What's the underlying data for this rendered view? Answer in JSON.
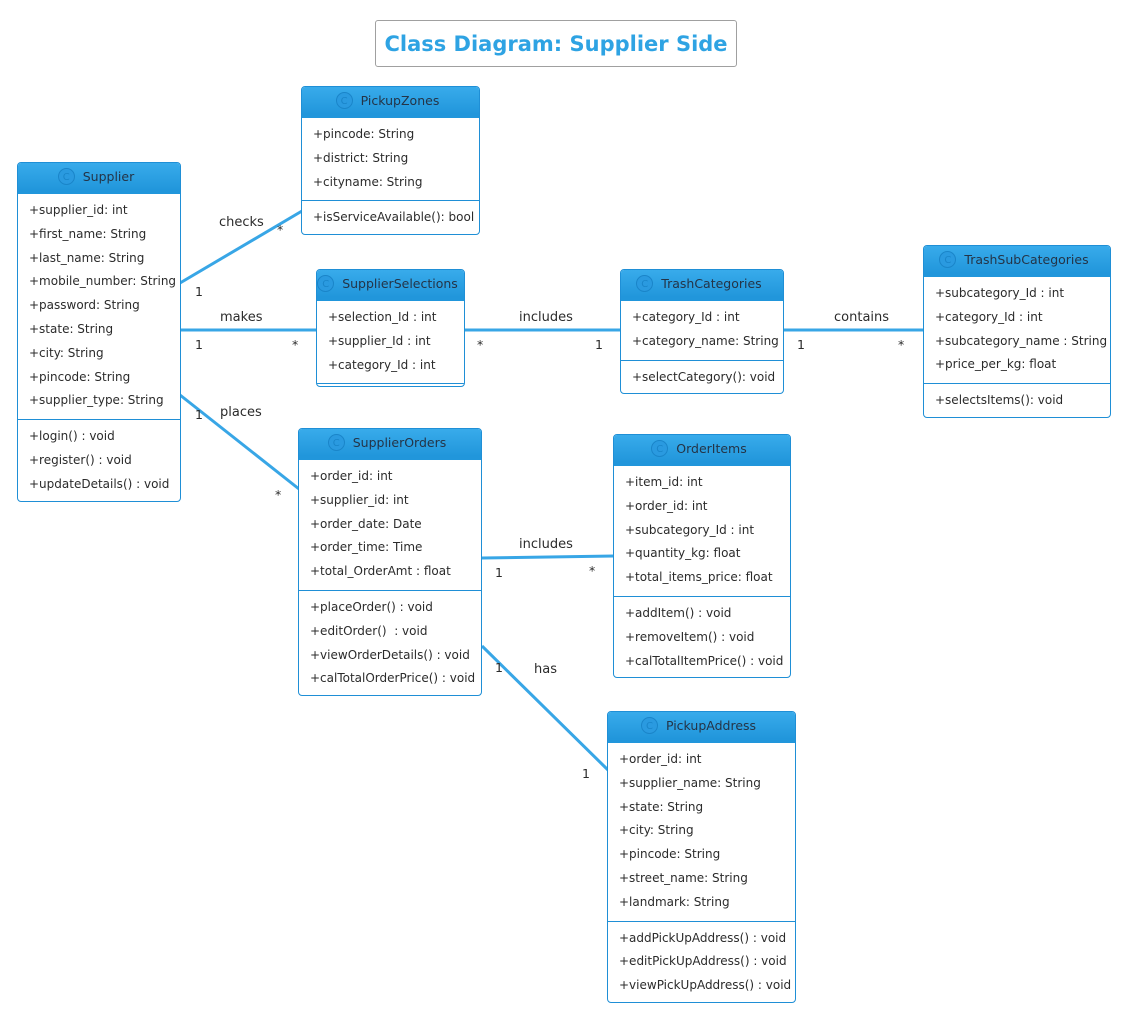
{
  "title": "Class Diagram: Supplier Side",
  "colors": {
    "accent": "#2ea3e3",
    "edge": "#38a6e6",
    "header": "#2196db"
  },
  "icon": {
    "name": "class-c-icon",
    "glyph": "C"
  },
  "classes": {
    "supplier": {
      "name": "Supplier",
      "fields": [
        "+supplier_id: int",
        "+first_name: String",
        "+last_name: String",
        "+mobile_number: String",
        "+password: String",
        "+state: String",
        "+city: String",
        "+pincode: String",
        "+supplier_type: String"
      ],
      "methods": [
        "+login() : void",
        "+register() : void",
        "+updateDetails() : void"
      ]
    },
    "pickupzones": {
      "name": "PickupZones",
      "fields": [
        "+pincode: String",
        "+district: String",
        "+cityname: String"
      ],
      "methods": [
        "+isServiceAvailable(): bool"
      ]
    },
    "supplierselections": {
      "name": "SupplierSelections",
      "fields": [
        "+selection_Id : int",
        "+supplier_Id : int",
        "+category_Id : int"
      ],
      "methods": []
    },
    "trashcategories": {
      "name": "TrashCategories",
      "fields": [
        "+category_Id : int",
        "+category_name: String"
      ],
      "methods": [
        "+selectCategory(): void"
      ]
    },
    "trashsubcategories": {
      "name": "TrashSubCategories",
      "fields": [
        "+subcategory_Id : int",
        "+category_Id : int",
        "+subcategory_name : String",
        "+price_per_kg: float"
      ],
      "methods": [
        "+selectsItems(): void"
      ]
    },
    "supplierorders": {
      "name": "SupplierOrders",
      "fields": [
        "+order_id: int",
        "+supplier_id: int",
        "+order_date: Date",
        "+order_time: Time",
        "+total_OrderAmt : float"
      ],
      "methods": [
        "+placeOrder() : void",
        "+editOrder()  : void",
        "+viewOrderDetails() : void",
        "+calTotalOrderPrice() : void"
      ]
    },
    "orderitems": {
      "name": "OrderItems",
      "fields": [
        "+item_id: int",
        "+order_id: int",
        "+subcategory_Id : int",
        "+quantity_kg: float",
        "+total_items_price: float"
      ],
      "methods": [
        "+addItem() : void",
        "+removeItem() : void",
        "+calTotalItemPrice() : void"
      ]
    },
    "pickupaddress": {
      "name": "PickupAddress",
      "fields": [
        "+order_id: int",
        "+supplier_name: String",
        "+state: String",
        "+city: String",
        "+pincode: String",
        "+street_name: String",
        "+landmark: String"
      ],
      "methods": [
        "+addPickUpAddress() : void",
        "+editPickUpAddress() : void",
        "+viewPickUpAddress() : void"
      ]
    }
  },
  "relations": [
    {
      "id": "checks",
      "label": "checks",
      "from_mult": "1",
      "to_mult": "*"
    },
    {
      "id": "makes",
      "label": "makes",
      "from_mult": "1",
      "to_mult": "*"
    },
    {
      "id": "places",
      "label": "places",
      "from_mult": "1",
      "to_mult": "*"
    },
    {
      "id": "includes1",
      "label": "includes",
      "from_mult": "*",
      "to_mult": "1"
    },
    {
      "id": "contains",
      "label": "contains",
      "from_mult": "1",
      "to_mult": "*"
    },
    {
      "id": "includes2",
      "label": "includes",
      "from_mult": "1",
      "to_mult": "*"
    },
    {
      "id": "has",
      "label": "has",
      "from_mult": "1",
      "to_mult": "1"
    }
  ]
}
